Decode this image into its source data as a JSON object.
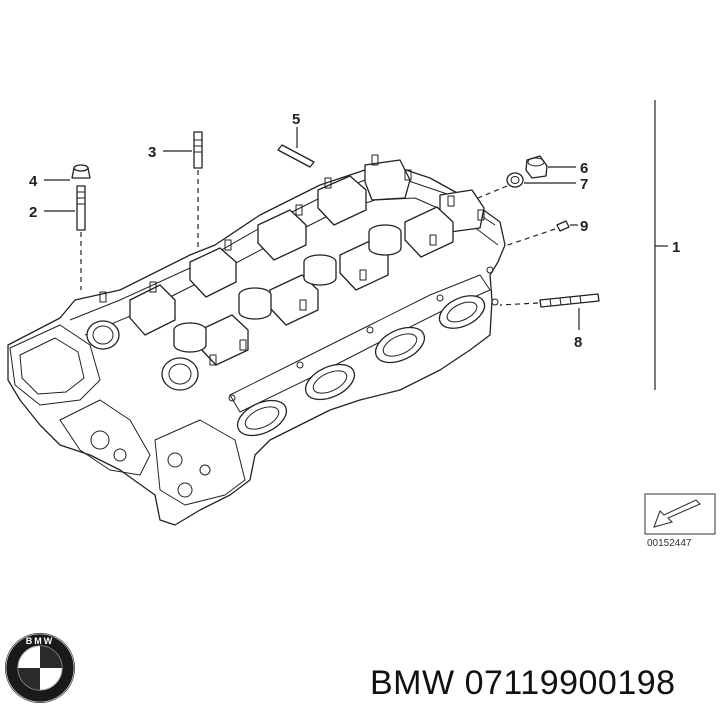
{
  "diagram": {
    "callouts": [
      {
        "id": "c1",
        "label": "1"
      },
      {
        "id": "c2",
        "label": "2"
      },
      {
        "id": "c3",
        "label": "3"
      },
      {
        "id": "c4",
        "label": "4"
      },
      {
        "id": "c5",
        "label": "5"
      },
      {
        "id": "c6",
        "label": "6"
      },
      {
        "id": "c7",
        "label": "7"
      },
      {
        "id": "c8",
        "label": "8"
      },
      {
        "id": "c9",
        "label": "9"
      }
    ],
    "reference_number": "00152447"
  },
  "footer": {
    "brand": "BMW",
    "part_number": "07119900198",
    "logo_text": "BMW",
    "logo_colors": {
      "ring": "#1a1a1a",
      "blue": "#ffffff",
      "white": "#ffffff"
    },
    "logo_icon": "bmw-roundel-icon"
  }
}
